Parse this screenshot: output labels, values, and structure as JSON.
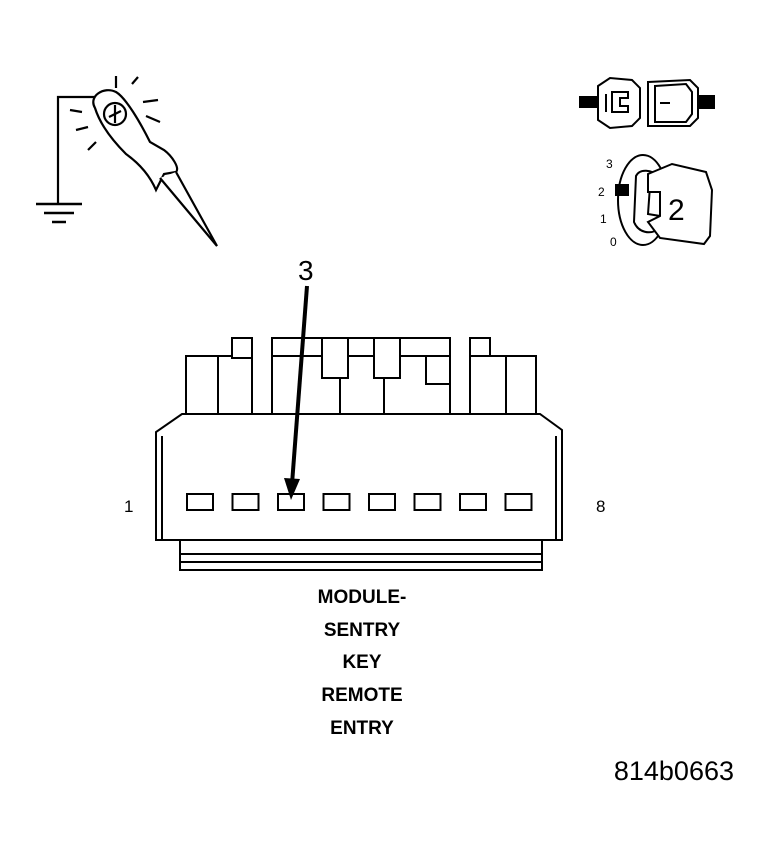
{
  "figure_code": "814b0663",
  "callout_number": "3",
  "pin_first_label": "1",
  "pin_last_label": "8",
  "pin_count": 8,
  "target_pin": 3,
  "ignition_positions": [
    "3",
    "2",
    "1",
    "0"
  ],
  "ignition_selected": "2",
  "ignition_key_label": "2",
  "connector_title_lines": [
    "MODULE-",
    "SENTRY",
    "KEY",
    "REMOTE",
    "ENTRY"
  ],
  "colors": {
    "line": "#000000",
    "background": "#ffffff"
  },
  "icons": [
    "test-light-probe-icon",
    "ground-symbol-icon",
    "connector-disconnect-icon",
    "ignition-switch-icon"
  ]
}
